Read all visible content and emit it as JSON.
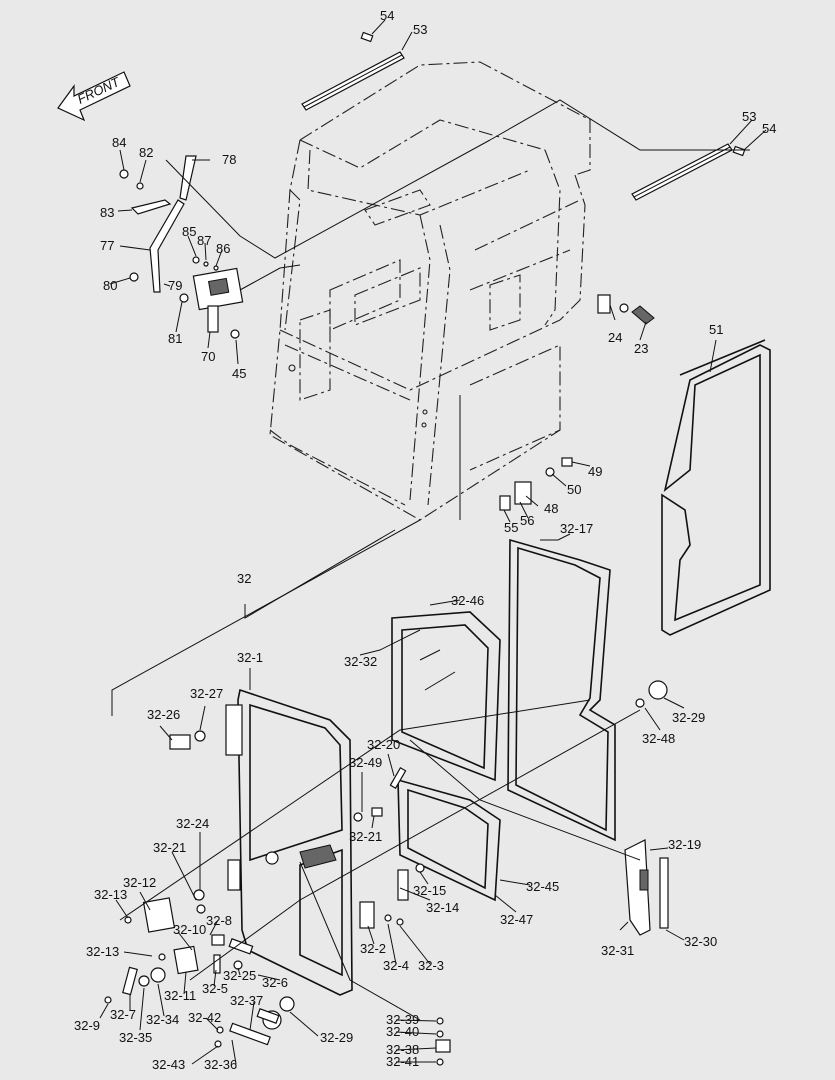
{
  "direction_label": "FRONT",
  "callouts": [
    "54",
    "53",
    "53",
    "54",
    "84",
    "82",
    "78",
    "83",
    "85",
    "87",
    "86",
    "77",
    "80",
    "79",
    "81",
    "70",
    "45",
    "24",
    "23",
    "51",
    "49",
    "50",
    "48",
    "55",
    "56",
    "32-17",
    "32",
    "32-46",
    "32-32",
    "32-1",
    "32-27",
    "32-26",
    "32-29",
    "32-48",
    "32-20",
    "32-49",
    "32-21",
    "32-24",
    "32-21",
    "32-19",
    "32-12",
    "32-13",
    "32-15",
    "32-45",
    "32-14",
    "32-47",
    "32-8",
    "32-10",
    "32-31",
    "32-30",
    "32-13",
    "32-2",
    "32-4",
    "32-3",
    "32-25",
    "32-5",
    "32-11",
    "32-6",
    "32-7",
    "32-34",
    "32-9",
    "32-35",
    "32-37",
    "32-42",
    "32-29",
    "32-39",
    "32-40",
    "32-38",
    "32-41",
    "32-43",
    "32-36"
  ]
}
